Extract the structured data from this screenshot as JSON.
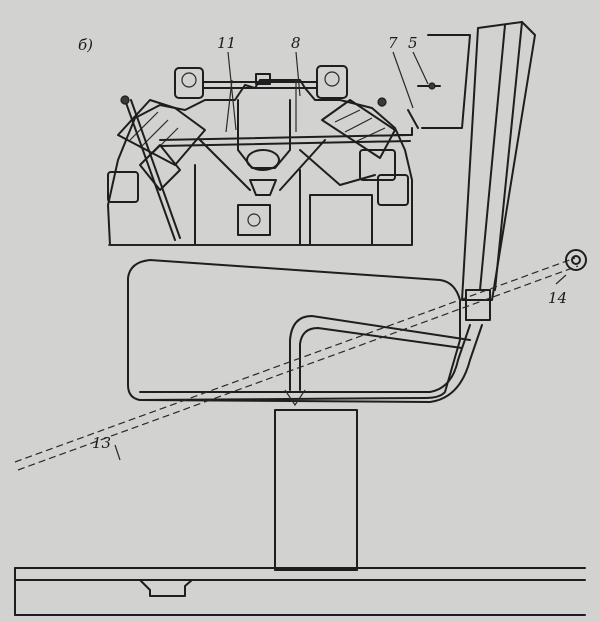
{
  "figure": {
    "panel_label": "б)",
    "callouts": [
      {
        "id": "c11",
        "text": "11"
      },
      {
        "id": "c8",
        "text": "8"
      },
      {
        "id": "c7",
        "text": "7"
      },
      {
        "id": "c5",
        "text": "5"
      },
      {
        "id": "c14",
        "text": "14"
      },
      {
        "id": "c13",
        "text": "13"
      }
    ]
  }
}
